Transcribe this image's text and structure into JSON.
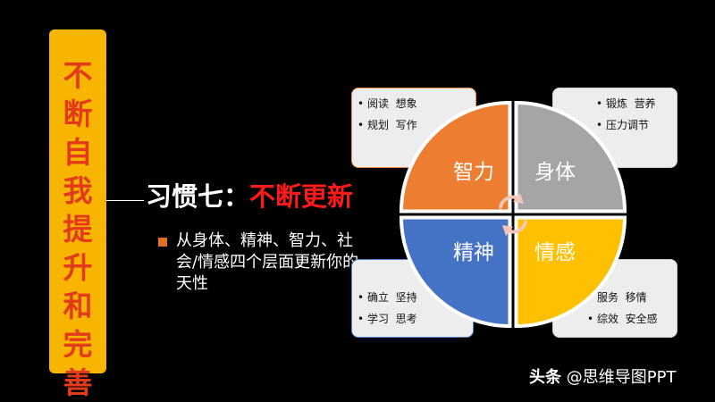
{
  "sidebar": {
    "vertical_title": "不断自我提升和完善"
  },
  "habit": {
    "prefix": "习惯七：",
    "highlight": "不断更新"
  },
  "description": "从身体、精神、智力、社会/情感四个层面更新你的天性",
  "quadrants": [
    {
      "label": "智力",
      "color": "#ED7D31"
    },
    {
      "label": "身体",
      "color": "#A5A5A5"
    },
    {
      "label": "精神",
      "color": "#4472C4"
    },
    {
      "label": "情感",
      "color": "#FFC000"
    }
  ],
  "boxes": {
    "top_left": [
      "阅读  想象",
      "规划  写作"
    ],
    "top_right": [
      "锻炼  营养",
      "压力调节"
    ],
    "bottom_left": [
      "确立  坚持",
      "学习  思考"
    ],
    "bottom_right": [
      "服务  移情",
      "综效  安全感"
    ]
  },
  "watermark": {
    "platform": "头条",
    "handle": "@思维导图PPT"
  },
  "colors": {
    "background": "#000000",
    "sidebar_bg": "#F7B500",
    "sidebar_text": "#E23A1A",
    "highlight": "#FF1A1A",
    "bullet": "#E0701F"
  }
}
